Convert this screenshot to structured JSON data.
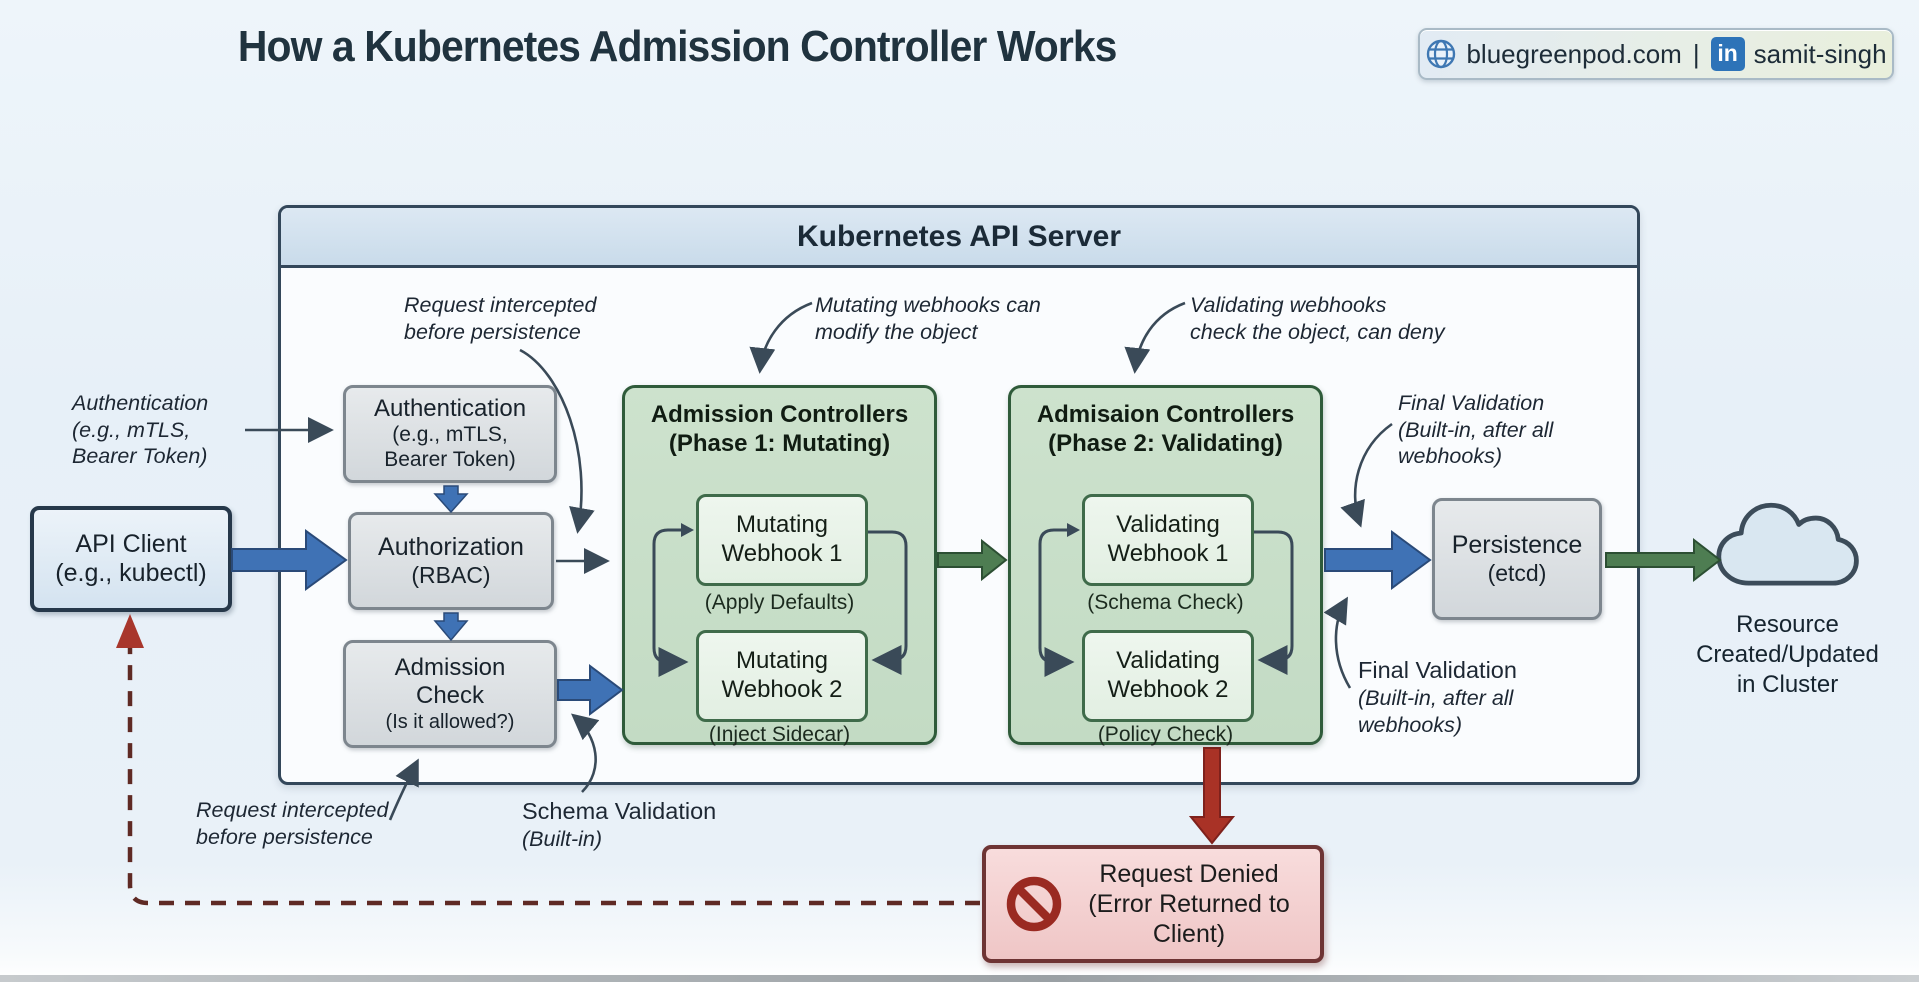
{
  "header": {
    "title": "How a Kubernetes Admission Controller Works",
    "badge": {
      "website": "bluegreenpod.com",
      "separator": "|",
      "linkedin_glyph": "in",
      "handle": "samit-singh"
    }
  },
  "api_server": {
    "title": "Kubernetes API Server"
  },
  "nodes": {
    "api_client": {
      "lines": [
        "API Client",
        "(e.g., kubectl)"
      ]
    },
    "authentication": {
      "lines": [
        "Authentication",
        "(e.g., mTLS,",
        "Bearer Token)"
      ]
    },
    "authorization": {
      "lines": [
        "Authorization",
        "(RBAC)"
      ]
    },
    "admission_check": {
      "lines": [
        "Admission",
        "Check",
        "(Is it allowed?)"
      ]
    },
    "persistence": {
      "lines": [
        "Persistence",
        "(etcd)"
      ]
    },
    "phase1": {
      "title": [
        "Admission Controllers",
        "(Phase 1: Mutating)"
      ],
      "webhook1": [
        "Mutating",
        "Webhook 1"
      ],
      "webhook1_caption": "(Apply Defaults)",
      "webhook2": [
        "Mutating",
        "Webhook 2"
      ],
      "webhook2_caption": "(Inject Sidecar)"
    },
    "phase2": {
      "title": [
        "Admisaion Controllers",
        "(Phase 2: Validating)"
      ],
      "webhook1": [
        "Validating",
        "Webhook 1"
      ],
      "webhook1_caption": "(Schema Check)",
      "webhook2": [
        "Validating",
        "Webhook 2"
      ],
      "webhook2_caption": "(Policy Check)"
    },
    "request_denied": {
      "lines": [
        "Request Denied",
        "(Error Returned to",
        "Client)"
      ]
    },
    "resource": {
      "lines": [
        "Resource",
        "Created/Updated",
        "in Cluster"
      ]
    }
  },
  "annotations": {
    "auth_note": [
      "Authentication",
      "(e.g., mTLS,",
      "Bearer Token)"
    ],
    "intercept_top": [
      "Request intercepted",
      "before persistence"
    ],
    "mutating_note": [
      "Mutating webhooks can",
      "modify the object"
    ],
    "validating_note": [
      "Validating webhooks",
      "check the object, can deny"
    ],
    "final_validation_top": [
      "Final Validation",
      "(Built-in, after all",
      "webhooks)"
    ],
    "final_validation_bottom": [
      "Final Validation",
      "(Built-in, after all",
      "webhooks)"
    ],
    "intercept_bottom": [
      "Request intercepted",
      "before persistence"
    ],
    "schema_validation": [
      "Schema Validation",
      "(Built-in)"
    ]
  },
  "colors": {
    "background": "#e9f1f8",
    "title": "#20333f",
    "frame_border": "#33475a",
    "gray_box_fill": "#d9dde1",
    "green_panel_fill": "#c9dfc9",
    "green_panel_border": "#2f5b3a",
    "webhook_fill": "#eaf4ea",
    "blue_arrow": "#3f72b5",
    "green_arrow": "#4e7d52",
    "red_arrow": "#a93226",
    "denied_fill": "#f5d4d4",
    "denied_border": "#6e3434",
    "dashed_feedback": "#5f2a24",
    "thin_arrow": "#3a4a58"
  }
}
